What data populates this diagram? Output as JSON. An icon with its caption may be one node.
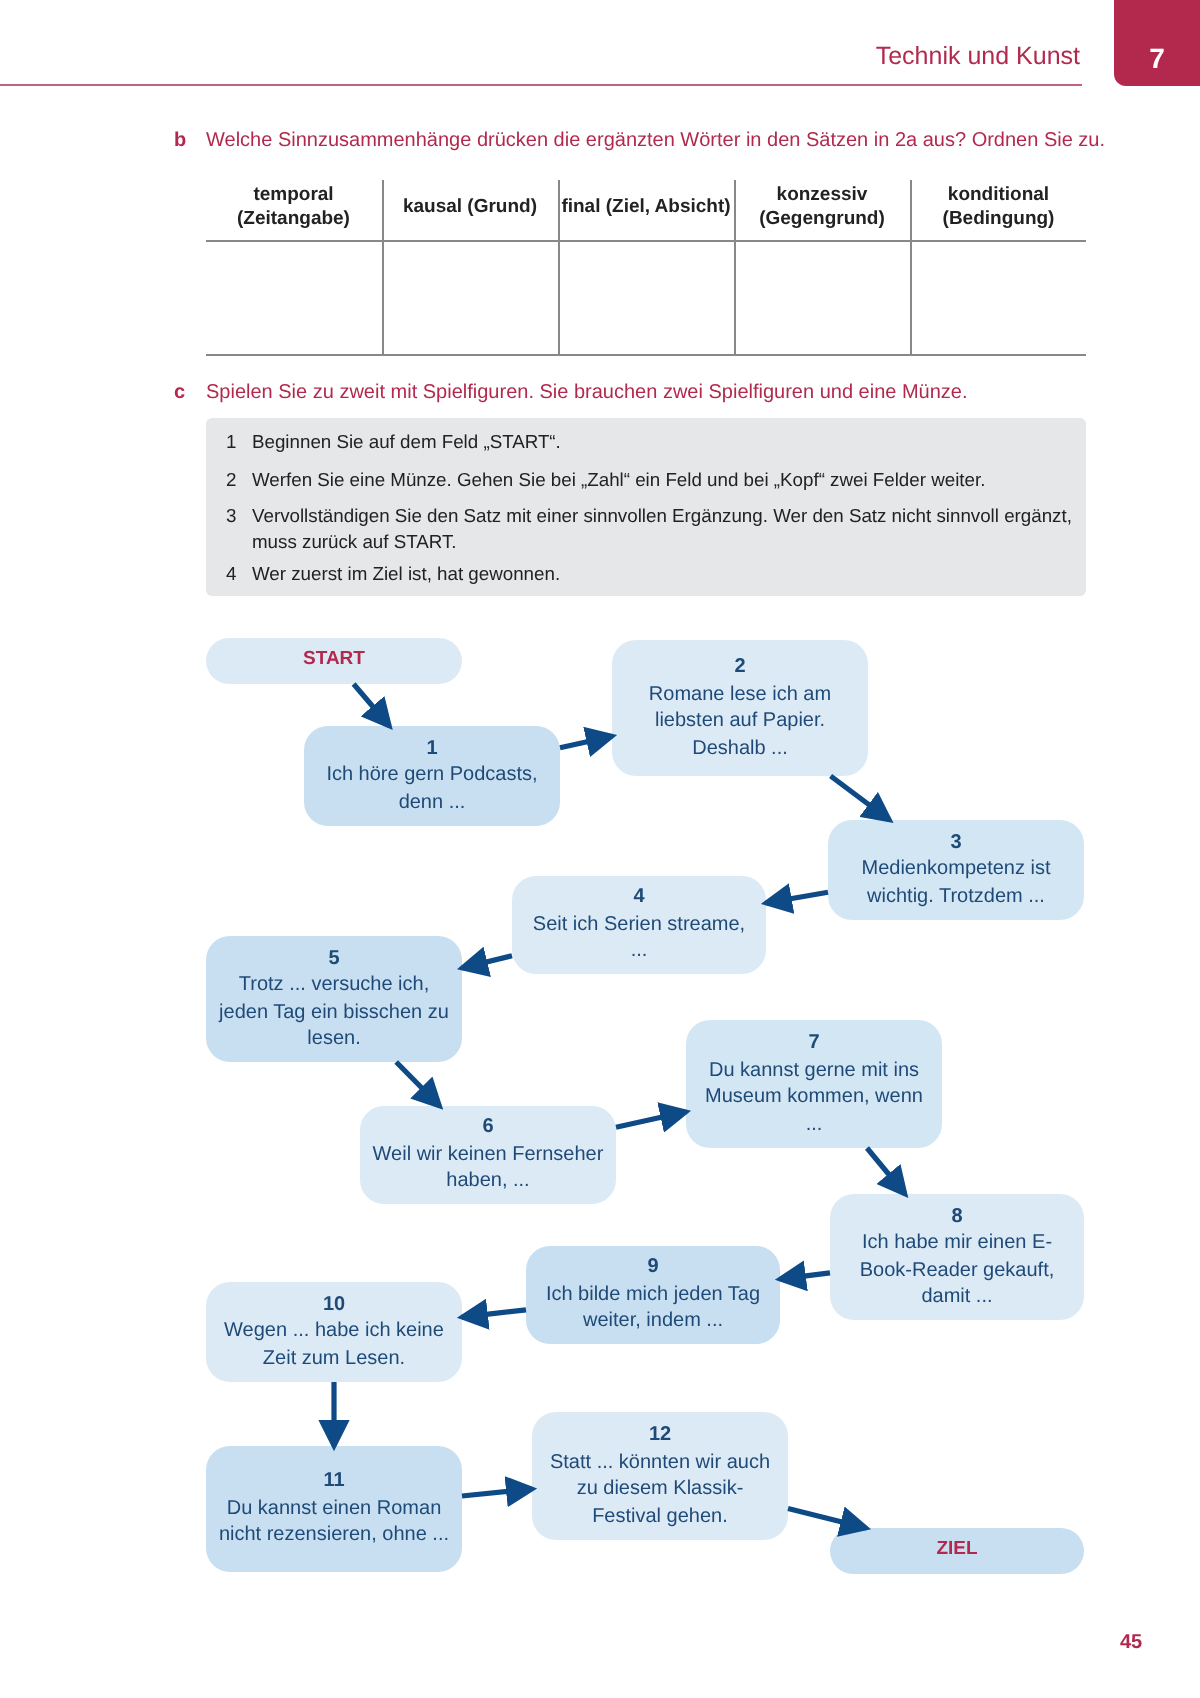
{
  "diagram": {
    "nodes": [
      {
        "text": [
          "START"
        ]
      },
      {
        "text": [
          "1",
          "Ich höre gern Podcasts, denn ..."
        ]
      },
      {
        "text": [
          "2",
          "Romane lese ich am liebsten auf Papier. Deshalb ..."
        ]
      },
      {
        "text": [
          "3",
          "Medienkompetenz ist wichtig. Trotzdem ..."
        ]
      },
      {
        "text": [
          "4",
          "Seit ich Serien streame, ..."
        ]
      },
      {
        "text": [
          "5",
          "Trotz ... versuche ich, jeden Tag ein bisschen zu lesen."
        ]
      },
      {
        "text": [
          "6",
          "Weil wir keinen Fernseher haben, ..."
        ]
      },
      {
        "text": [
          "7",
          "Du kannst gerne mit ins Museum kommen, wenn ..."
        ]
      },
      {
        "text": [
          "8",
          "Ich habe mir einen E-Book-Reader gekauft, damit ..."
        ]
      },
      {
        "text": [
          "9",
          "Ich bilde mich jeden Tag weiter, indem ..."
        ]
      },
      {
        "text": [
          "10",
          "Wegen ... habe ich keine Zeit zum Lesen."
        ]
      },
      {
        "text": [
          "11",
          "Du kannst einen Roman nicht rezensieren, ohne ..."
        ]
      },
      {
        "text": [
          "12",
          "Statt ... könnten wir auch zu diesem Klassik-Festival gehen."
        ]
      },
      {
        "text": [
          "ZIEL"
        ]
      }
    ],
    "edges": [
      {
        "from": 0,
        "to": 1,
        "arrow": "to"
      },
      {
        "from": 1,
        "to": 2,
        "arrow": "to"
      },
      {
        "from": 2,
        "to": 3,
        "arrow": "to"
      },
      {
        "from": 3,
        "to": 4,
        "arrow": "to"
      },
      {
        "from": 4,
        "to": 5,
        "arrow": "to"
      },
      {
        "from": 5,
        "to": 6,
        "arrow": "to"
      },
      {
        "from": 6,
        "to": 7,
        "arrow": "to"
      },
      {
        "from": 7,
        "to": 8,
        "arrow": "to"
      },
      {
        "from": 8,
        "to": 9,
        "arrow": "to"
      },
      {
        "from": 9,
        "to": 10,
        "arrow": "to"
      },
      {
        "from": 10,
        "to": 11,
        "arrow": "to"
      },
      {
        "from": 11,
        "to": 12,
        "arrow": "to"
      },
      {
        "from": 12,
        "to": 13,
        "arrow": "to"
      }
    ],
    "labels": [
      "Technik und Kunst",
      "7",
      "b",
      "Welche Sinnzusammenhänge drücken die ergänzten Wörter in den Sätzen in 2a aus? Ordnen Sie zu.",
      "temporal (Zeitangabe)",
      "kausal (Grund)",
      "final (Ziel, Absicht)",
      "konzessiv (Gegengrund)",
      "konditional (Bedingung)",
      "c",
      "Spielen Sie zu zweit mit Spielfiguren. Sie brauchen zwei Spielfiguren und eine Münze.",
      "1",
      "Beginnen Sie auf dem Feld „START“.",
      "2",
      "Werfen Sie eine Münze. Gehen Sie bei „Zahl“ ein Feld und bei „Kopf“ zwei Felder weiter.",
      "3",
      "Vervollständigen Sie den Satz mit einer sinnvollen Ergänzung. Wer den Satz nicht sinnvoll ergänzt, muss zurück auf START.",
      "4",
      "Wer zuerst im Ziel ist, hat gewonnen.",
      "45"
    ]
  }
}
